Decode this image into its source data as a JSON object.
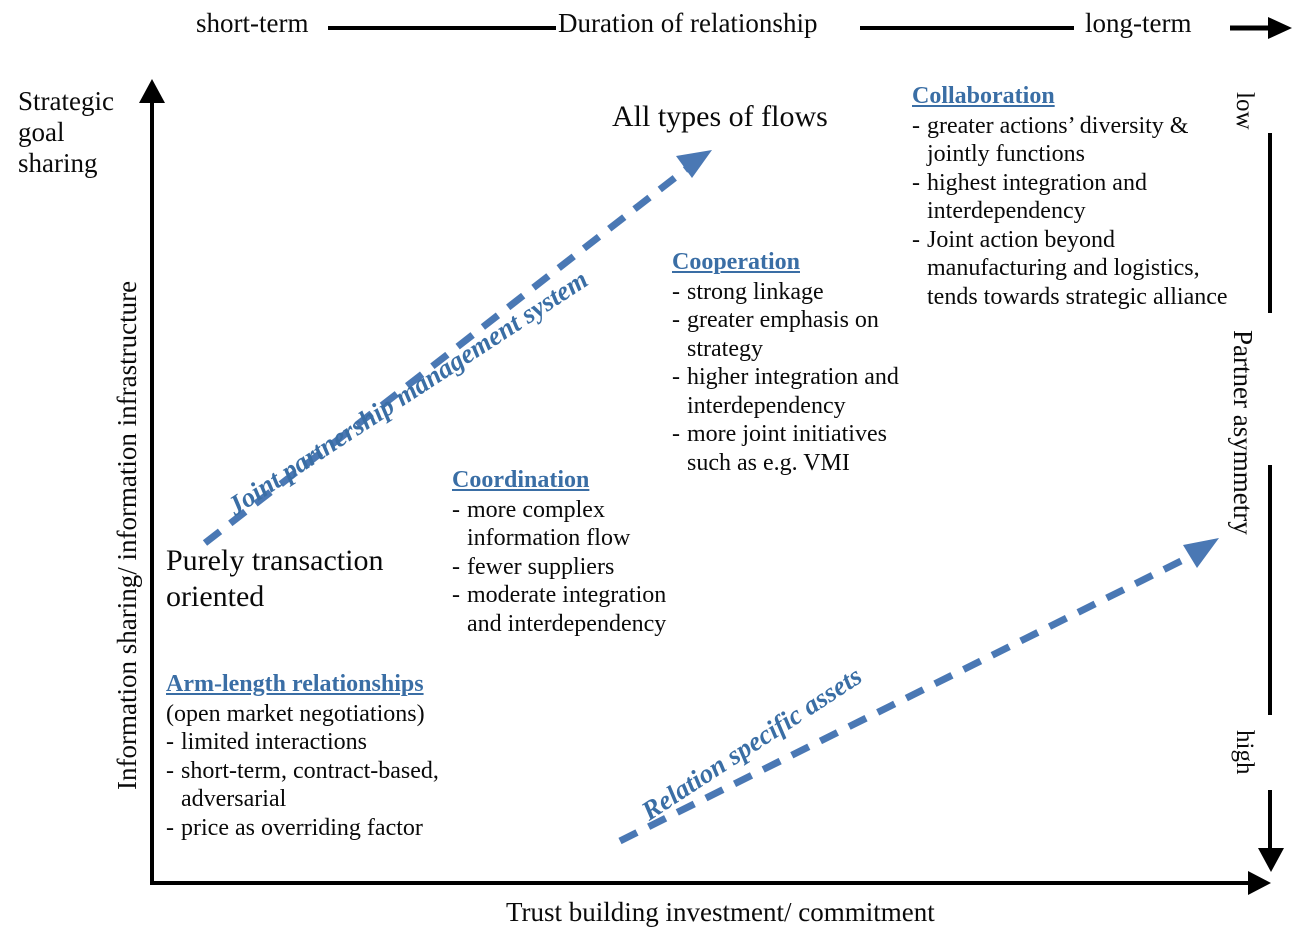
{
  "top_axis": {
    "left_tick": "short-term",
    "title": "Duration of relationship",
    "right_tick": "long-term"
  },
  "left_axis": {
    "top_label": "Strategic\ngoal\nsharing",
    "title": "Information sharing/ information infrastructure"
  },
  "bottom_axis": {
    "title": "Trust building investment/ commitment"
  },
  "right_axis": {
    "top_tick": "low",
    "title": "Partner asymmetry",
    "bottom_tick": "high"
  },
  "callouts": {
    "all_types_of_flows": "All types of flows",
    "purely_transaction_oriented": "Purely transaction\noriented"
  },
  "arrows": [
    {
      "label": "Joint partnership management system",
      "color": "#4a78b4",
      "style": "dashed",
      "direction": "up-right"
    },
    {
      "label": "Relation specific assets",
      "color": "#4a78b4",
      "style": "dashed",
      "direction": "up-right"
    }
  ],
  "colors": {
    "heading_blue": "#3a6ea5",
    "arrow_blue": "#4a78b4",
    "axis_black": "#000000"
  },
  "blocks": [
    {
      "id": "collaboration",
      "heading": "Collaboration",
      "subtitle": "",
      "items": [
        "greater actions’ diversity & jointly functions",
        "highest integration and interdependency",
        "Joint action beyond manufacturing and logistics, tends towards strategic alliance"
      ]
    },
    {
      "id": "cooperation",
      "heading": "Cooperation",
      "subtitle": "",
      "items": [
        "strong linkage",
        "greater emphasis on strategy",
        "higher integration and interdependency",
        "more joint initiatives such as e.g. VMI"
      ]
    },
    {
      "id": "coordination",
      "heading": "Coordination",
      "subtitle": "",
      "items": [
        "more complex information flow",
        "fewer suppliers",
        "moderate integration and interdependency"
      ]
    },
    {
      "id": "arm-length",
      "heading": "Arm-length relationships",
      "subtitle": "(open market negotiations)",
      "items": [
        "limited interactions",
        "short-term, contract-based, adversarial",
        "price as overriding factor"
      ]
    }
  ]
}
